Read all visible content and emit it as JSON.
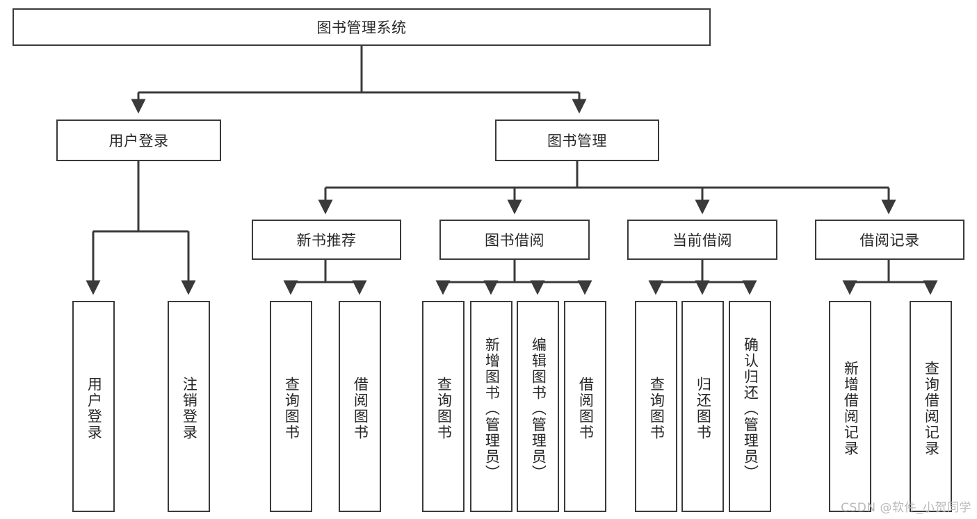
{
  "diagram": {
    "title_node": {
      "label": "图书管理系统"
    },
    "level2": [
      {
        "id": "user-login",
        "label": "用户登录"
      },
      {
        "id": "book-management",
        "label": "图书管理"
      }
    ],
    "level3": [
      {
        "id": "new-book-recommend",
        "label": "新书推荐"
      },
      {
        "id": "book-borrow",
        "label": "图书借阅"
      },
      {
        "id": "current-borrow",
        "label": "当前借阅"
      },
      {
        "id": "borrow-record",
        "label": "借阅记录"
      }
    ],
    "leaves": {
      "user_login": [
        {
          "id": "leaf-user-login",
          "label": "用户登录"
        },
        {
          "id": "leaf-logout-login",
          "label": "注销登录"
        }
      ],
      "new_book_recommend": [
        {
          "id": "leaf-query-book-1",
          "label": "查询图书"
        },
        {
          "id": "leaf-borrow-book-1",
          "label": "借阅图书"
        }
      ],
      "book_borrow": [
        {
          "id": "leaf-query-book-2",
          "label": "查询图书"
        },
        {
          "id": "leaf-add-book",
          "label": "新增图书（管理员）"
        },
        {
          "id": "leaf-edit-book",
          "label": "编辑图书（管理员）"
        },
        {
          "id": "leaf-borrow-book-2",
          "label": "借阅图书"
        }
      ],
      "current_borrow": [
        {
          "id": "leaf-query-book-3",
          "label": "查询图书"
        },
        {
          "id": "leaf-return-book",
          "label": "归还图书"
        },
        {
          "id": "leaf-confirm-return",
          "label": "确认归还（管理员）"
        }
      ],
      "borrow_record": [
        {
          "id": "leaf-add-record",
          "label": "新增借阅记录"
        },
        {
          "id": "leaf-query-record",
          "label": "查询借阅记录"
        }
      ]
    },
    "watermark": "CSDN @软件_小贺同学",
    "colors": {
      "stroke": "#3a3a3a",
      "text": "#262626",
      "background": "#ffffff",
      "watermark": "#b9b9b9"
    }
  }
}
